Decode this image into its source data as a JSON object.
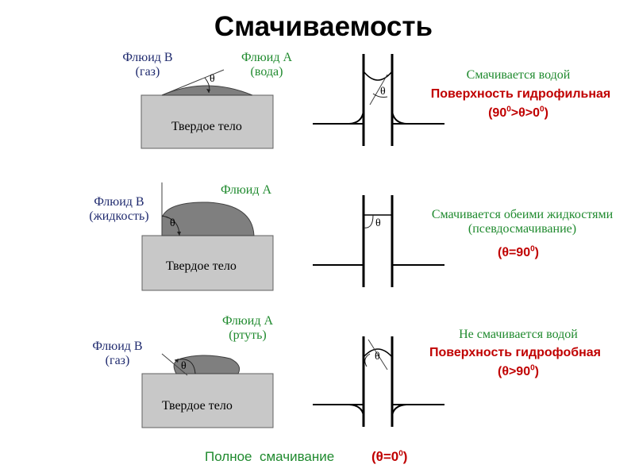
{
  "title": "Смачиваемость",
  "solid_label": "Твердое тело",
  "theta": "θ",
  "rows": [
    {
      "fluid_b": [
        "Флюид В",
        "(газ)"
      ],
      "fluid_a": [
        "Флюид А",
        "(вода)"
      ],
      "caption": "Смачивается водой",
      "headline": "Поверхность гидрофильная",
      "condition": [
        "(90",
        "0",
        ">θ>0",
        "0",
        ")"
      ]
    },
    {
      "fluid_b": [
        "Флюид В",
        "(жидкость)"
      ],
      "fluid_a": [
        "Флюид А"
      ],
      "caption": [
        "Смачивается обеими жидкостями",
        "(псевдосмачивание)"
      ],
      "condition": [
        "(θ=90",
        "0",
        ")"
      ]
    },
    {
      "fluid_b": [
        "Флюид В",
        "(газ)"
      ],
      "fluid_a": [
        "Флюид А",
        "(ртуть)"
      ],
      "caption": "Не смачивается водой",
      "headline": "Поверхность гидрофобная",
      "condition": [
        "(θ>90",
        "0",
        ")"
      ]
    }
  ],
  "footer": {
    "label": "Полное  смачивание",
    "value": [
      "(θ=0",
      "0",
      ")"
    ]
  },
  "colors": {
    "navy_labels": "#1f2a6e",
    "green_labels": "#1f8a2e",
    "red_labels": "#c00000",
    "solid_fill": "#c8c8c8",
    "drop_fill": "#7f7f7f"
  }
}
